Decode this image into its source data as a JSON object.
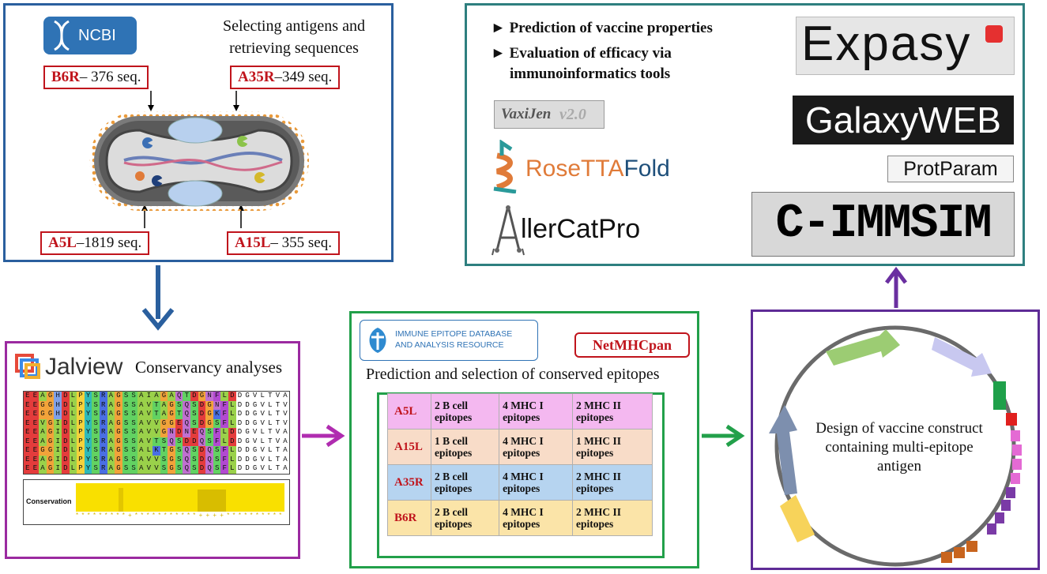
{
  "panel1": {
    "ncbi_logo": "NCBI",
    "title_line1": "Selecting antigens and",
    "title_line2": "retrieving sequences",
    "labels": [
      {
        "name": "B6R",
        "text": "– 376 seq."
      },
      {
        "name": "A35R",
        "text": "–349 seq."
      },
      {
        "name": "A5L",
        "text": "–1819 seq."
      },
      {
        "name": "A15L",
        "text": "– 355 seq."
      }
    ],
    "border_color": "#2a5f9e"
  },
  "panel2": {
    "bullets": [
      "Prediction of vaccine properties",
      "Evaluation of efficacy via",
      "immunoinformatics tools"
    ],
    "logos": {
      "expasy": "Expasy",
      "vaxijen": "VaxiJen",
      "vaxijen_version": "v2.0",
      "galaxyweb": "GalaxyWEB",
      "rosetta_pre": "Rose",
      "rosetta_mid": "TTA",
      "rosetta_post": "Fold",
      "protparam": "ProtParam",
      "allercatpro": "llerCatPro",
      "cimmsim": "C-IMMSIM"
    },
    "border_color": "#2e7f7f"
  },
  "panel3": {
    "jalview": "Jalview",
    "title": "Conservancy analyses",
    "conservation_label": "Conservation",
    "alignment_rows": [
      "EEAGHDLPYSRAGSSAIAGAQTDGNFLDDGVLTVAKQSDVHKEA",
      "EEGGHDLPYSRAGSSAVTAGSQSDGNFLDDGVLTVAKQDVHKEE",
      "EEGGHDLPYSRAGSSAVTAGTQSDGKFLDDGVLTVAKCDVHKEE",
      "EEVGIDLPYSRAGSSAVVGGEQSDGSFLDDGVLTVATSDVHKEE",
      "EEAGIDLPYSRAGSSAVVGNDNEQSFLDDGVLTVATSDVHKEE",
      "EEAGIDLPYSRAGSSAVTSQSDDQSFLDDGVLTVATQDVHKEE",
      "EEGGIDLPYSRAGSSALKTGSQSDQSFLDDGVLTAAVSDVHREE",
      "EEAGIDLPYSRAGSSAVVSGSQSDQSFLDDGVLTAATSDVHREE",
      "EEAGIDLPYSRAGSSAVVSGSQSDQSFLDDGVLTAATSDVHKEE"
    ],
    "border_color": "#9b2aa0"
  },
  "panel4": {
    "iedb_line1": "IMMUNE EPITOPE DATABASE",
    "iedb_line2": "AND ANALYSIS RESOURCE",
    "netmhcpan": "NetMHCpan",
    "title": "Prediction and selection of conserved epitopes",
    "rows": [
      {
        "antigen": "A5L",
        "b": [
          "2  B cell",
          "epitopes"
        ],
        "mhc1": [
          "4 MHC I",
          "epitopes"
        ],
        "mhc2": [
          "2 MHC II",
          "epitopes"
        ],
        "color": "#f4b8f0"
      },
      {
        "antigen": "A15L",
        "b": [
          "1  B cell",
          "epitopes"
        ],
        "mhc1": [
          "4 MHC I",
          "epitopes"
        ],
        "mhc2": [
          "1 MHC II",
          "epitopes"
        ],
        "color": "#f8dcc8"
      },
      {
        "antigen": "A35R",
        "b": [
          "2  B cell",
          "epitopes"
        ],
        "mhc1": [
          "4 MHC I",
          "epitopes"
        ],
        "mhc2": [
          "2 MHC II",
          "epitopes"
        ],
        "color": "#b6d4f0"
      },
      {
        "antigen": "B6R",
        "b": [
          "2  B cell",
          "epitopes"
        ],
        "mhc1": [
          "4 MHC I",
          "epitopes"
        ],
        "mhc2": [
          "2 MHC II",
          "epitopes"
        ],
        "color": "#fbe4a8"
      }
    ],
    "border_color": "#22a04a"
  },
  "panel5": {
    "text_line1": "Design of vaccine construct",
    "text_line2": "containing multi-epitope",
    "text_line3": "antigen",
    "border_color": "#5e2b96"
  },
  "arrows": {
    "blue": "#2a5f9e",
    "magenta": "#b02cb0",
    "green": "#22a04a",
    "purple": "#6a2fa0"
  }
}
